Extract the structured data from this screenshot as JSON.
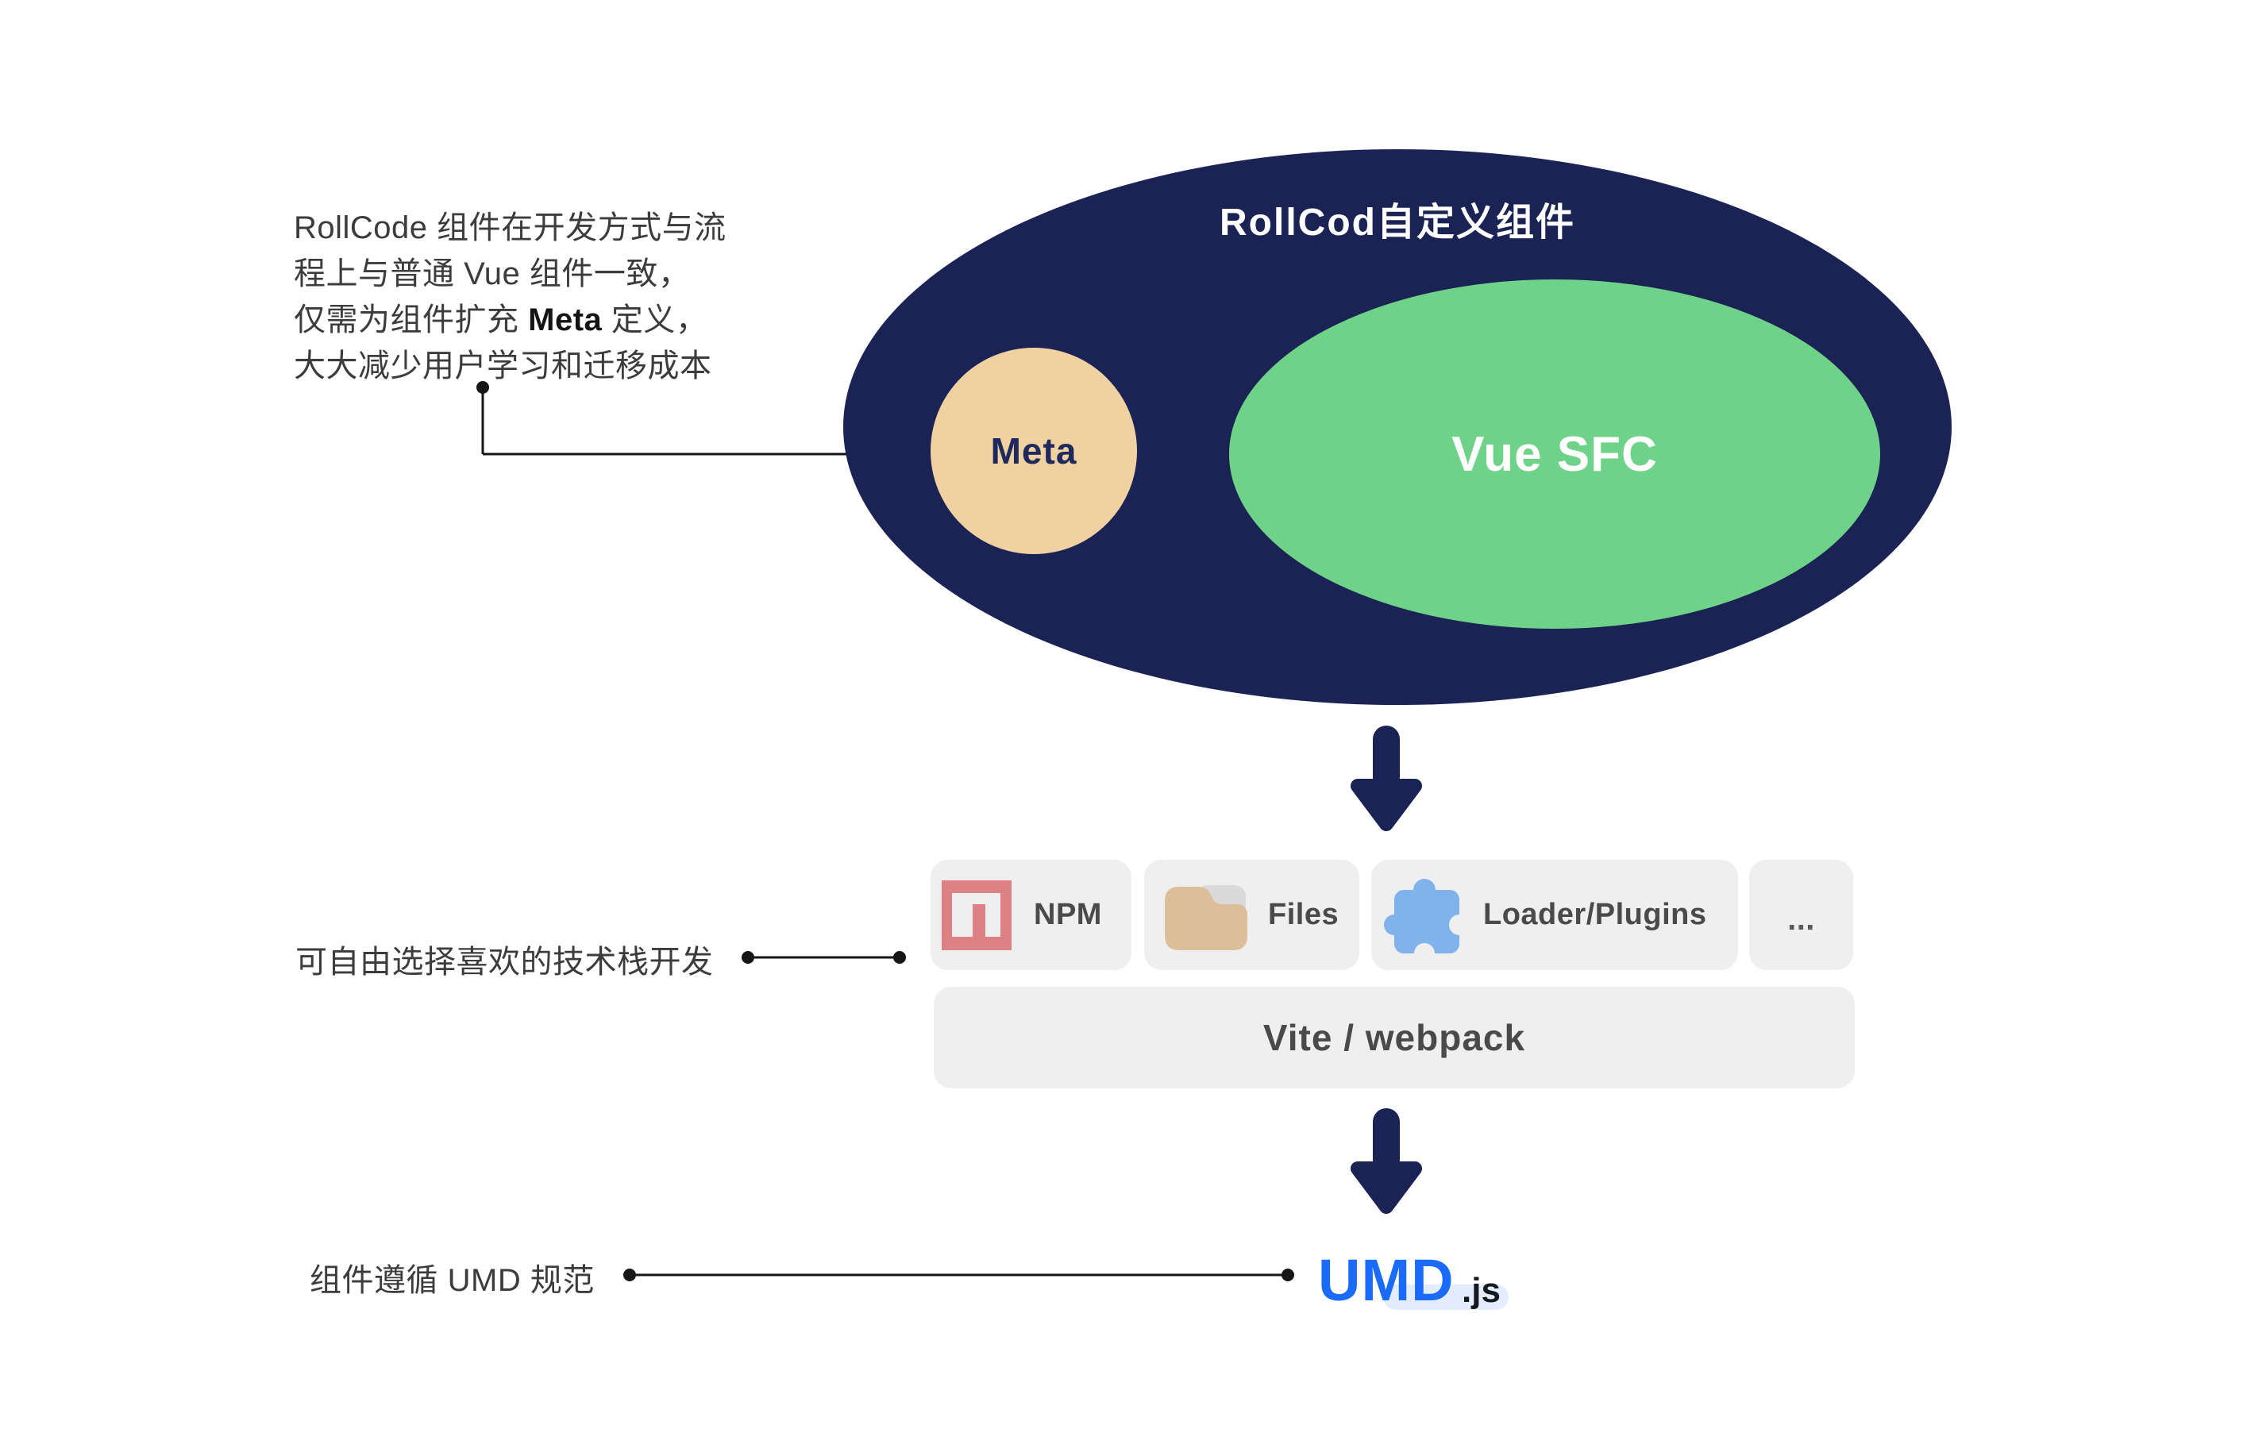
{
  "colors": {
    "navy": "#1b2355",
    "green": "#6ed389",
    "tan": "#f0d2a2",
    "tan_text": "#20295c",
    "box_bg": "#efefef",
    "box_text": "#4a4a4a",
    "npm_red": "#dd8184",
    "folder_tan": "#ddbe9a",
    "folder_gray": "#dadada",
    "puzzle_blue": "#80b2ec",
    "umd_blue": "#1b6bfa",
    "umd_js": "#14181f",
    "umd_pill": "#e3edfd",
    "annotation_text": "#3c3c3c",
    "connector": "#161616"
  },
  "ellipse": {
    "title": "RollCod自定义组件",
    "meta_label": "Meta",
    "vue_label": "Vue SFC"
  },
  "annotations": {
    "dev": {
      "line1": "RollCode 组件在开发方式与流",
      "line2": "程上与普通 Vue 组件一致，",
      "line3_pre": "仅需为组件扩充 ",
      "line3_bold": "Meta",
      "line3_post": " 定义，",
      "line4": "大大减少用户学习和迁移成本"
    },
    "stack": "可自由选择喜欢的技术栈开发",
    "umd": "组件遵循 UMD 规范"
  },
  "toolchain": {
    "items": [
      {
        "label": "NPM",
        "icon": "npm-icon"
      },
      {
        "label": "Files",
        "icon": "folder-icon"
      },
      {
        "label": "Loader/Plugins",
        "icon": "puzzle-icon"
      },
      {
        "label": "...",
        "icon": "none"
      }
    ],
    "bundler": "Vite / webpack"
  },
  "output": {
    "name": "UMD",
    "ext": ".js"
  }
}
